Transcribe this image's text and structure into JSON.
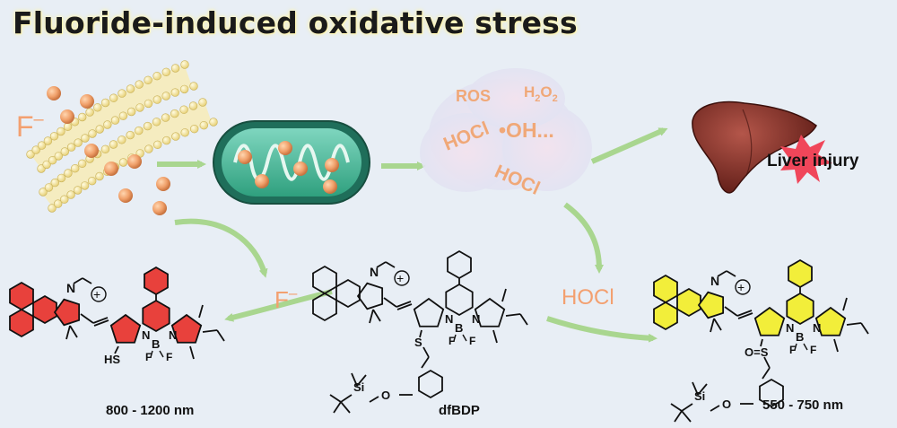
{
  "title": "Fluoride-induced oxidative stress",
  "fluoride": {
    "ion": "F",
    "charge": "–"
  },
  "ros": {
    "ros": "ROS",
    "h2o2_h": "H",
    "h2o2_sub1": "2",
    "h2o2_o": "O",
    "h2o2_sub2": "2",
    "oh": "•OH...",
    "hocl_1": "HOCl",
    "hocl_2": "HOCl"
  },
  "liver": {
    "label": "Liver injury"
  },
  "arrows": {
    "fluoride_label": "F",
    "fluoride_charge": "–",
    "hocl_label": "HOCl"
  },
  "molecules": {
    "left": {
      "wavelength": "800 - 1200 nm",
      "sh": "HS"
    },
    "center": {
      "name": "dfBDP",
      "s": "S",
      "si": "Si",
      "o": "O"
    },
    "right": {
      "wavelength": "550 - 750 nm",
      "os": "O=S",
      "si": "Si",
      "o": "O"
    },
    "atoms": {
      "n": "N",
      "b": "B",
      "f": "F",
      "plus": "+"
    }
  },
  "colors": {
    "background": "#e8eef5",
    "arrow": "#a9d68f",
    "ros_text": "#f0a878",
    "fluoride_text": "#f3a070",
    "left_highlight": "#e8413c",
    "right_highlight": "#f2ee3a",
    "liver": "#7b2a22",
    "burst": "#f0465a"
  }
}
